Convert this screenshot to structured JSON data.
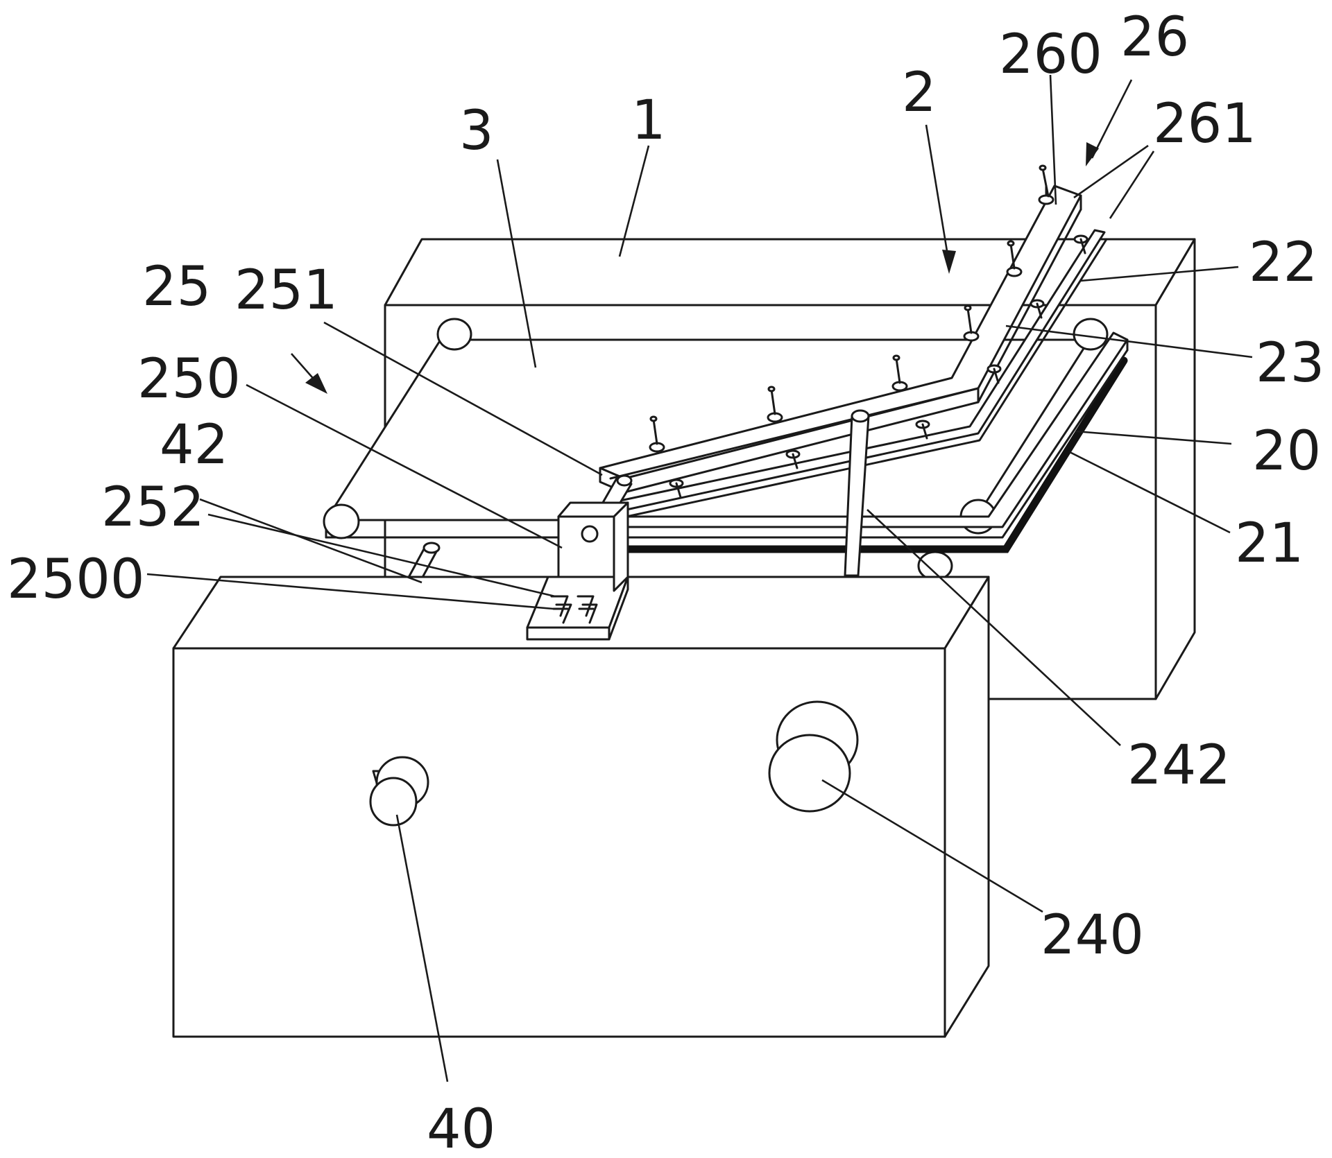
{
  "labels": {
    "l1": "1",
    "l2": "2",
    "l3": "3",
    "l20": "20",
    "l21": "21",
    "l22": "22",
    "l23": "23",
    "l25": "25",
    "l26": "26",
    "l40": "40",
    "l42": "42",
    "l240": "240",
    "l242": "242",
    "l250": "250",
    "l251": "251",
    "l252": "252",
    "l260": "260",
    "l261": "261",
    "l2500": "2500"
  }
}
